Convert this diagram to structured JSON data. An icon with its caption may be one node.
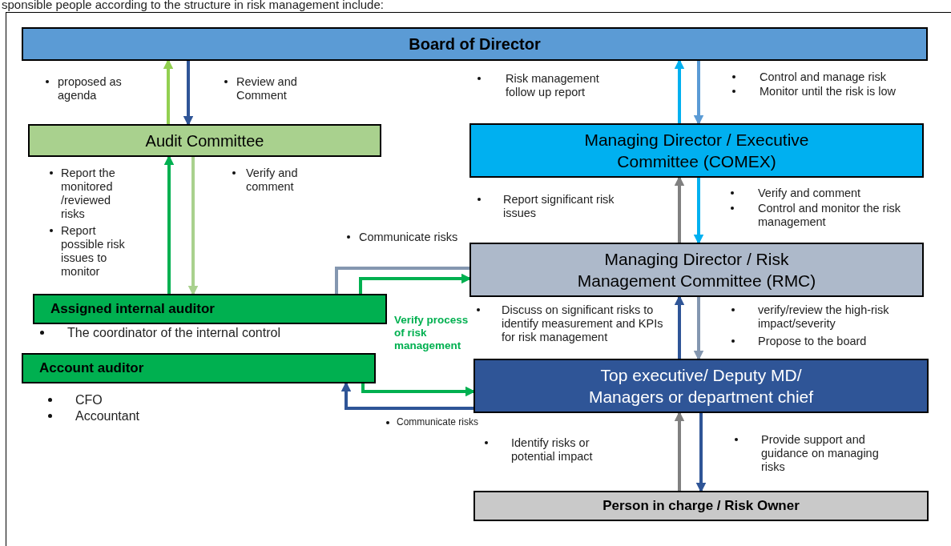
{
  "diagram": {
    "nodes": [
      {
        "text": [
          "Board of Director"
        ]
      },
      {
        "text": [
          "Audit Committee"
        ]
      },
      {
        "text": [
          "Managing Director / Executive Committee (COMEX)"
        ]
      },
      {
        "text": [
          "Managing Director / Risk Management Committee (RMC)"
        ]
      },
      {
        "text": [
          "Assigned internal auditor"
        ],
        "beside": [
          "The coordinator of the internal control"
        ]
      },
      {
        "text": [
          "Account auditor"
        ],
        "beside": [
          "CFO",
          "Accountant"
        ]
      },
      {
        "text": [
          "Top executive/ Deputy MD/ Managers or department chief"
        ]
      },
      {
        "text": [
          "Person in charge / Risk Owner"
        ]
      }
    ],
    "edges": [
      {
        "from": 1,
        "to": 0,
        "arrow": "to",
        "color": "#92d050"
      },
      {
        "from": 0,
        "to": 1,
        "arrow": "to",
        "color": "#2f5597"
      },
      {
        "from": 4,
        "to": 1,
        "arrow": "to",
        "color": "#00b050"
      },
      {
        "from": 1,
        "to": 4,
        "arrow": "to",
        "color": "#a9d18e"
      },
      {
        "from": 2,
        "to": 0,
        "arrow": "to",
        "color": "#00b0f0"
      },
      {
        "from": 0,
        "to": 2,
        "arrow": "to",
        "color": "#5b9bd5"
      },
      {
        "from": 3,
        "to": 2,
        "arrow": "to",
        "color": "#808080"
      },
      {
        "from": 2,
        "to": 3,
        "arrow": "to",
        "color": "#00b0f0"
      },
      {
        "from": 6,
        "to": 3,
        "arrow": "to",
        "color": "#2f5597"
      },
      {
        "from": 3,
        "to": 6,
        "arrow": "to",
        "color": "#8497b0"
      },
      {
        "from": 7,
        "to": 6,
        "arrow": "to",
        "color": "#808080"
      },
      {
        "from": 6,
        "to": 7,
        "arrow": "to",
        "color": "#2f5597"
      },
      {
        "from": 4,
        "to": 3,
        "arrow": "none",
        "color": "#8497b0"
      },
      {
        "from": 4,
        "to": 3,
        "arrow": "to",
        "color": "#00b050"
      },
      {
        "from": 5,
        "to": 6,
        "arrow": "to",
        "color": "#00b050"
      },
      {
        "from": 6,
        "to": 5,
        "arrow": "to",
        "color": "#2f5597"
      }
    ],
    "labels": [
      "sponsible people according to the structure in risk management include:",
      "proposed as agenda",
      "Review and Comment",
      "Risk management follow up report",
      "Control and manage risk",
      "Monitor until the risk is low",
      "Report the monitored /reviewed risks",
      "Report possible risk issues to monitor",
      "Verify and comment",
      "Report significant risk issues",
      "Verify and comment",
      "Control and monitor the risk management",
      "Communicate risks",
      "Discuss on significant risks to identify measurement and KPIs for risk management",
      "verify/review the high-risk impact/severity",
      "Propose to the board",
      "Verify process of risk management",
      "Communicate risks",
      "Identify risks or potential impact",
      "Provide support and guidance on managing risks"
    ]
  }
}
